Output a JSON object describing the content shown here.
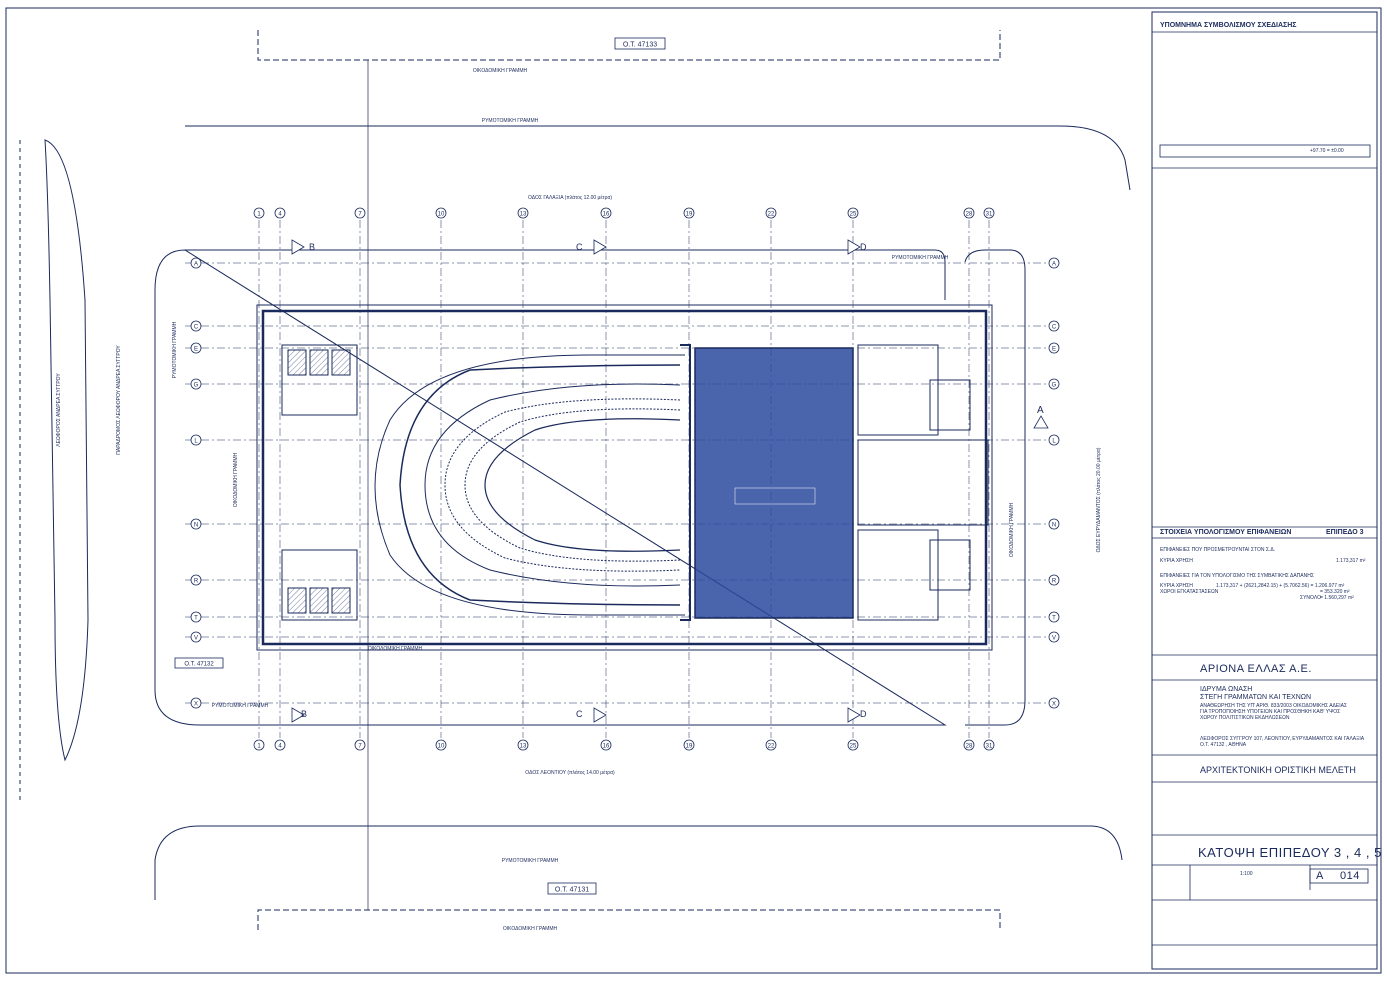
{
  "blocks": {
    "north_block_id": "Ο.Τ. 47133",
    "south_block_id": "Ο.Τ. 47131",
    "west_block_id": "Ο.Τ. 47132"
  },
  "streets": {
    "north": "ΟΔΟΣ ΓΑΛΑΞΙΑ (πλάτος 12.00 μέτρα)",
    "south": "ΟΔΟΣ ΛΕΟΝΤΙΟΥ (πλάτος 14.00 μέτρα)",
    "east": "ΟΔΟΣ ΕΥΡΥΔΑΜΑΝΤΟΣ (πλάτος 20.00 μέτρα)",
    "west_avenue": "ΛΕΩΦΟΡΟΣ ΑΝΔΡΕΑ ΣΥΓΓΡΟΥ",
    "west_parallel": "ΠΑΡΑΔΡΟΜΟΣ ΛΕΩΦΟΡΟΥ ΑΝΔΡΕΑ ΣΥΓΓΡΟΥ"
  },
  "lines": {
    "building_line": "ΟΙΚΟΔΟΜΙΚΗ ΓΡΑΜΜΗ",
    "street_line": "ΡΥΜΟΤΟΜΙΚΗ ΓΡΑΜΜΗ"
  },
  "grid": {
    "columns": [
      "1",
      "4",
      "7",
      "10",
      "13",
      "16",
      "19",
      "22",
      "25",
      "28",
      "31"
    ],
    "rows": [
      "A",
      "C",
      "E",
      "G",
      "L",
      "N",
      "R",
      "T",
      "V",
      "X"
    ]
  },
  "sections": [
    "A",
    "B",
    "C",
    "D"
  ],
  "legend": {
    "title": "ΥΠΟΜΝΗΜΑ ΣΥΜΒΟΛΙΣΜΟΥ ΣΧΕΔΙΑΣΗΣ",
    "ref_level": "+97.70 = ±0.00"
  },
  "area_table": {
    "title": "ΣΤΟΙΧΕΙΑ ΥΠΟΛΟΓΙΣΜΟΥ ΕΠΙΦΑΝΕΙΩΝ",
    "level": "ΕΠΙΠΕΔΟ 3",
    "row1": "ΕΠΙΦΑΝΕΙΕΣ ΠΟΥ ΠΡΟΣΜΕΤΡΟΥΝΤΑΙ ΣΤΟΝ Σ.Δ.",
    "row1_label": "ΚΥΡΙΑ ΧΡΗΣΗ",
    "row1_value": "1.173,317 m²",
    "row2": "ΕΠΙΦΑΝΕΙΕΣ ΓΙΑ ΤΟΝ ΥΠΟΛΟΓΙΣΜΟ ΤΗΣ ΣΥΜΒΑΤΙΚΗΣ ΔΑΠΑΝΗΣ",
    "row2_label_a": "ΚΥΡΙΑ ΧΡΗΣΗ",
    "row2_label_b": "ΧΩΡΟΙ ΕΓΚΑΤΑΣΤΑΣΕΩΝ",
    "row2_value_a": "1.173,317 + (2621,2842.15) + (5.7062.56) = 1.206.977 m²",
    "row2_value_b": "= 353.320 m²",
    "total_label": "ΣΥΝΟΛΟ",
    "total_value": "= 1.560,297 m²"
  },
  "title_block": {
    "company": "ΑΡΙΟΝΑ ΕΛΛΑΣ Α.Ε.",
    "project_line1": "ΙΔΡΥΜΑ ΩΝΑΣΗ",
    "project_line2": "ΣΤΕΓΗ ΓΡΑΜΜΑΤΩΝ ΚΑΙ ΤΕΧΝΩΝ",
    "project_line3": "ΑΝΑΘΕΩΡΗΣΗ ΤΗΣ ΥΠ' ΑΡΙΘ. 833/2003 ΟΙΚΟΔΟΜΙΚΗΣ ΑΔΕΙΑΣ",
    "project_line4": "ΓΙΑ ΤΡΟΠΟΠΟΙΗΣΗ ΥΠΟΓΕΙΩΝ ΚΑΙ ΠΡΟΣΘΗΚΗ ΚΑΘ' ΥΨΟΣ",
    "project_line5": "ΧΩΡΟΥ ΠΟΛΙΤΙΣΤΙΚΩΝ ΕΚΔΗΛΩΣΕΩΝ",
    "address_line1": "ΛΕΩΦΟΡΟΣ ΣΥΓΓΡΟΥ 107, ΛΕΟΝΤΙΟΥ, ΕΥΡΥΔΑΜΑΝΤΟΣ ΚΑΙ ΓΑΛΑΞΙΑ",
    "address_line2": "Ο.Τ. 47132 , ΑΘΗΝΑ",
    "study": "ΑΡΧΙΤΕΚΤΟΝΙΚΗ ΟΡΙΣΤΙΚΗ ΜΕΛΕΤΗ",
    "drawing_title": "ΚΑΤΟΨΗ ΕΠΙΠΕΔΟΥ 3 , 4 , 5",
    "scale": "1:100",
    "sheet_letter": "A",
    "sheet_number": "014"
  },
  "colors": {
    "ink": "#1b2a5c",
    "stage_fill": "#2a4a9e",
    "paper": "#ffffff"
  }
}
